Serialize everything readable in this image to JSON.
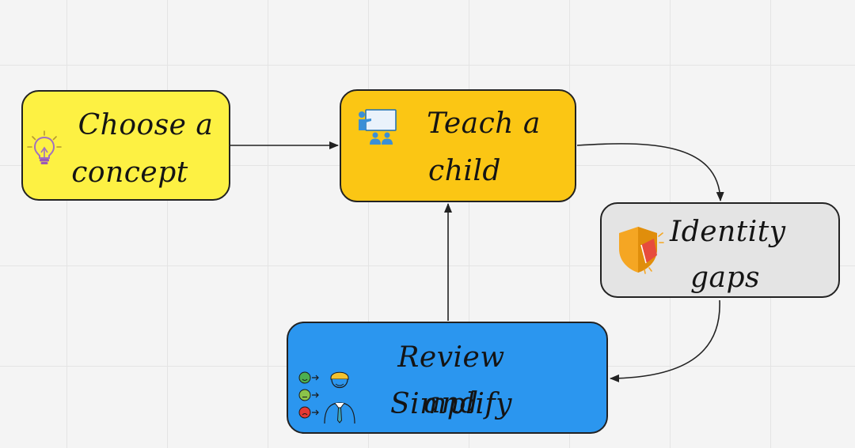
{
  "colors": {
    "choose": "#fdf143",
    "teach": "#fbc614",
    "identify": "#e4e4e4",
    "review": "#2b96ef",
    "border": "#222222",
    "arrow": "#222222"
  },
  "nodes": {
    "choose": {
      "line1": "Choose a",
      "line2": "concept",
      "icon": "lightbulb-icon"
    },
    "teach": {
      "line1": "Teach a",
      "line2": "child",
      "icon": "teacher-presentation-icon"
    },
    "identify": {
      "line1": "Identity",
      "line2": "gaps",
      "icon": "shield-icon"
    },
    "review": {
      "line1": "Review and",
      "line2": "Simplify",
      "icon": "feedback-person-icon"
    }
  },
  "edges": [
    {
      "from": "choose",
      "to": "teach"
    },
    {
      "from": "teach",
      "to": "identify"
    },
    {
      "from": "identify",
      "to": "review"
    },
    {
      "from": "review",
      "to": "teach"
    }
  ]
}
